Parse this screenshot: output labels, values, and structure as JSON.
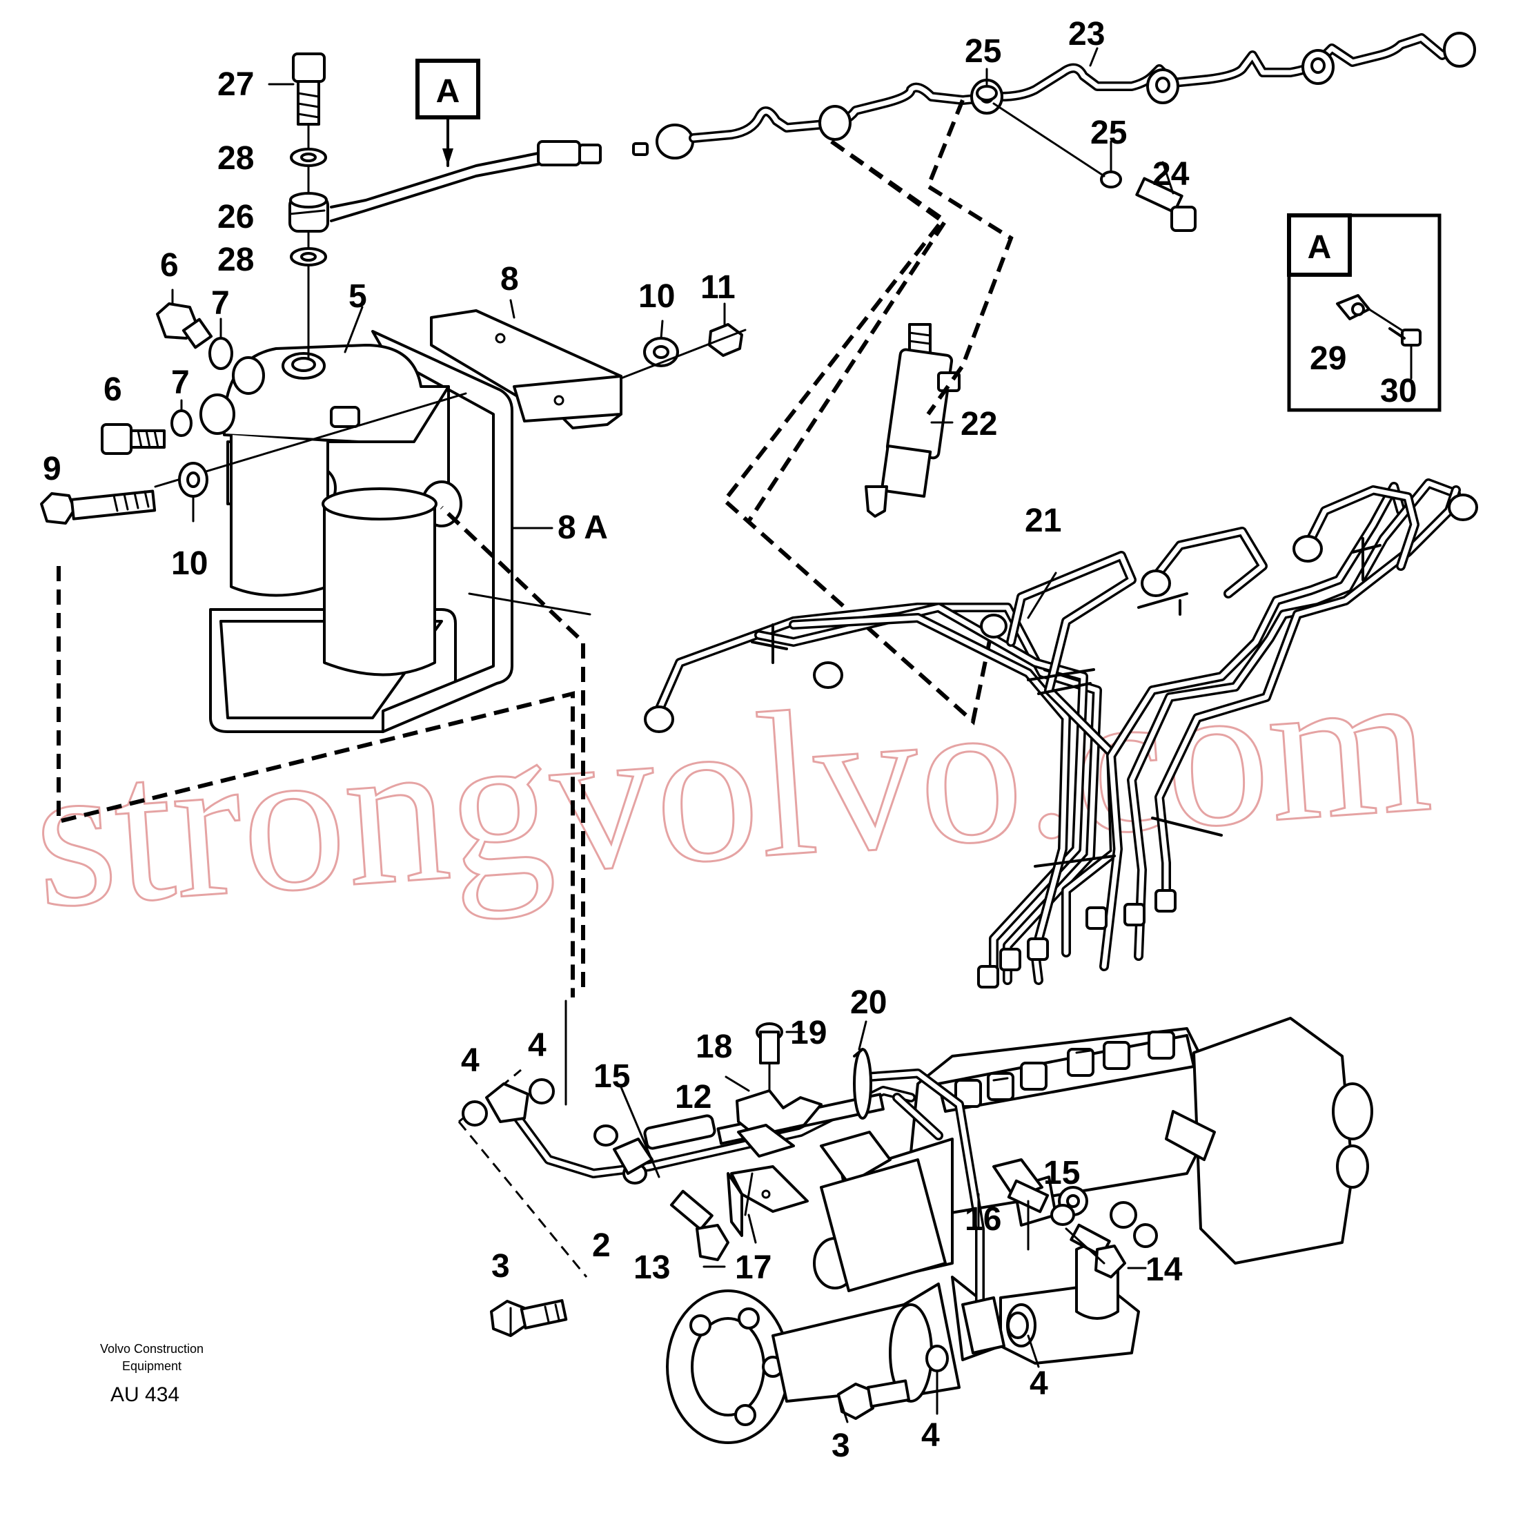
{
  "callout_box": "A",
  "detail_box": "A",
  "labels": {
    "n2": "2",
    "n3a": "3",
    "n3b": "3",
    "n4a": "4",
    "n4b": "4",
    "n4c": "4",
    "n4d": "4",
    "n5": "5",
    "n6a": "6",
    "n6b": "6",
    "n7a": "7",
    "n7b": "7",
    "n8": "8",
    "n8a": "8 A",
    "n9": "9",
    "n10a": "10",
    "n10b": "10",
    "n11": "11",
    "n12": "12",
    "n13": "13",
    "n14": "14",
    "n15a": "15",
    "n15b": "15",
    "n16": "16",
    "n17": "17",
    "n18": "18",
    "n19": "19",
    "n20": "20",
    "n21": "21",
    "n22": "22",
    "n23": "23",
    "n24": "24",
    "n25a": "25",
    "n25b": "25",
    "n26": "26",
    "n27": "27",
    "n28a": "28",
    "n28b": "28",
    "n29": "29",
    "n30": "30"
  },
  "watermark": "strongvolvo.com",
  "caption": {
    "line1": "Volvo Construction",
    "line2": "Equipment",
    "code": "AU 434"
  }
}
